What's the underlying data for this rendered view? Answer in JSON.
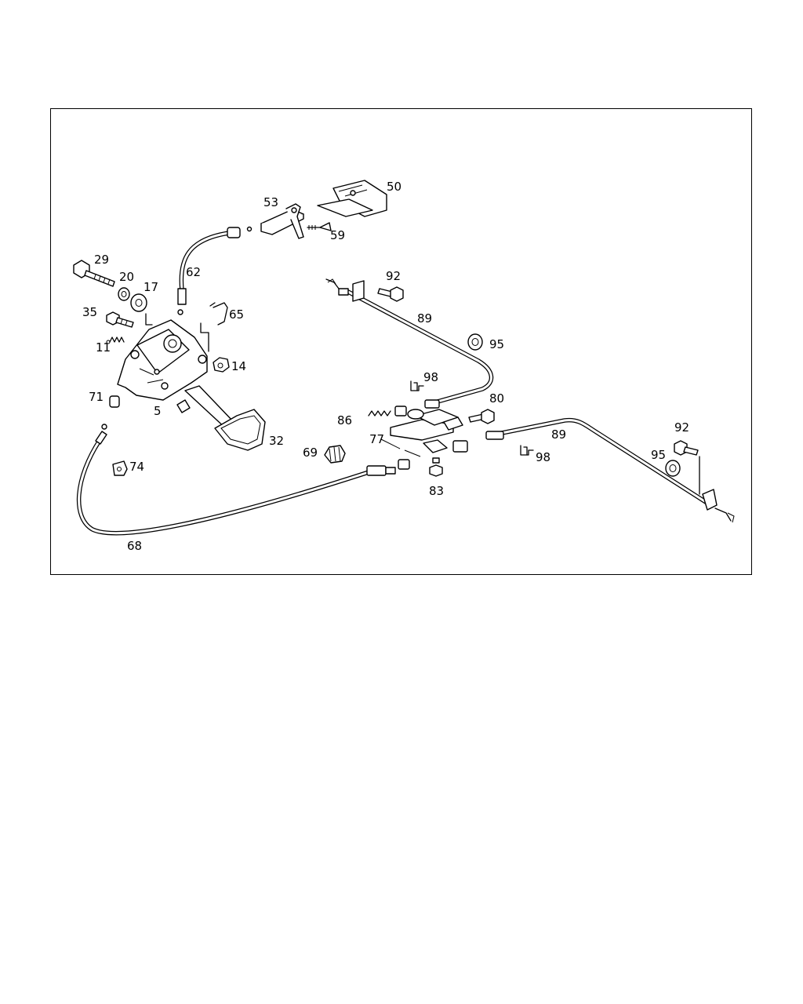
{
  "diagram": {
    "part_labels": {
      "p29": "29",
      "p20": "20",
      "p17": "17",
      "p35": "35",
      "p11": "11",
      "p71": "71",
      "p5": "5",
      "p62": "62",
      "p65": "65",
      "p14": "14",
      "p32": "32",
      "p53": "53",
      "p50": "50",
      "p59": "59",
      "p92a": "92",
      "p89a": "89",
      "p95a": "95",
      "p98a": "98",
      "p80": "80",
      "p86": "86",
      "p77": "77",
      "p69": "69",
      "p83": "83",
      "p74": "74",
      "p68": "68",
      "p89b": "89",
      "p98b": "98",
      "p92b": "92",
      "p95b": "95"
    }
  }
}
